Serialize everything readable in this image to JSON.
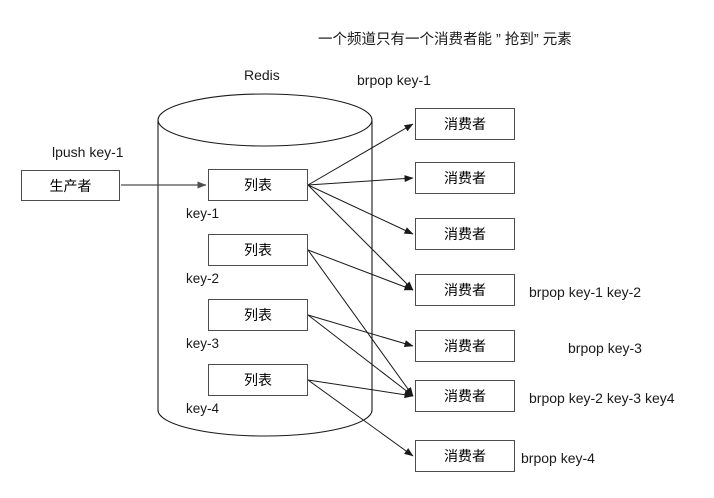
{
  "diagram": {
    "title": "一个频道只有一个消费者能 ” 抢到” 元素",
    "store_label": "Redis",
    "producer": {
      "label": "生产者",
      "command": "lpush key-1"
    },
    "lists": [
      {
        "label": "列表",
        "key": "key-1"
      },
      {
        "label": "列表",
        "key": "key-2"
      },
      {
        "label": "列表",
        "key": "key-3"
      },
      {
        "label": "列表",
        "key": "key-4"
      }
    ],
    "consumers": [
      {
        "label": "消费者",
        "command": "brpop key-1",
        "command_position": "top"
      },
      {
        "label": "消费者",
        "command": ""
      },
      {
        "label": "消费者",
        "command": ""
      },
      {
        "label": "消费者",
        "command": "brpop key-1 key-2",
        "command_position": "right"
      },
      {
        "label": "消费者",
        "command": "brpop key-3",
        "command_position": "right"
      },
      {
        "label": "消费者",
        "command": "brpop key-2 key-3 key4",
        "command_position": "right"
      },
      {
        "label": "消费者",
        "command": "brpop key-4",
        "command_position": "right"
      }
    ],
    "colors": {
      "stroke": "#4d4d4d",
      "arrow": "#1a1a1a",
      "text": "#1a1a1a",
      "background": "#ffffff"
    }
  }
}
